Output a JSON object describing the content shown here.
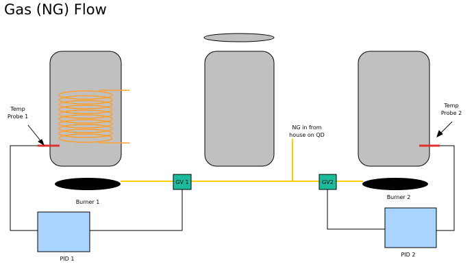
{
  "title": "Gas (NG) Flow",
  "labels": {
    "temp_probe_1": "Temp Probe 1",
    "temp_probe_2": "Temp Probe 2",
    "ng_in": "NG in from house on QD",
    "burner_1": "Burner 1",
    "burner_2": "Burner 2",
    "gv1": "GV 1",
    "gv2": "GV2",
    "pid1": "PID 1",
    "pid2": "PID 2"
  },
  "colors": {
    "vessel": "#c0c0c0",
    "coil": "#ff9f2a",
    "gas_line": "#ffcc00",
    "valve": "#1abc9c",
    "pid_box": "#a9d4ff",
    "probe": "#e03030",
    "burner": "#000000",
    "wire": "#000000"
  }
}
